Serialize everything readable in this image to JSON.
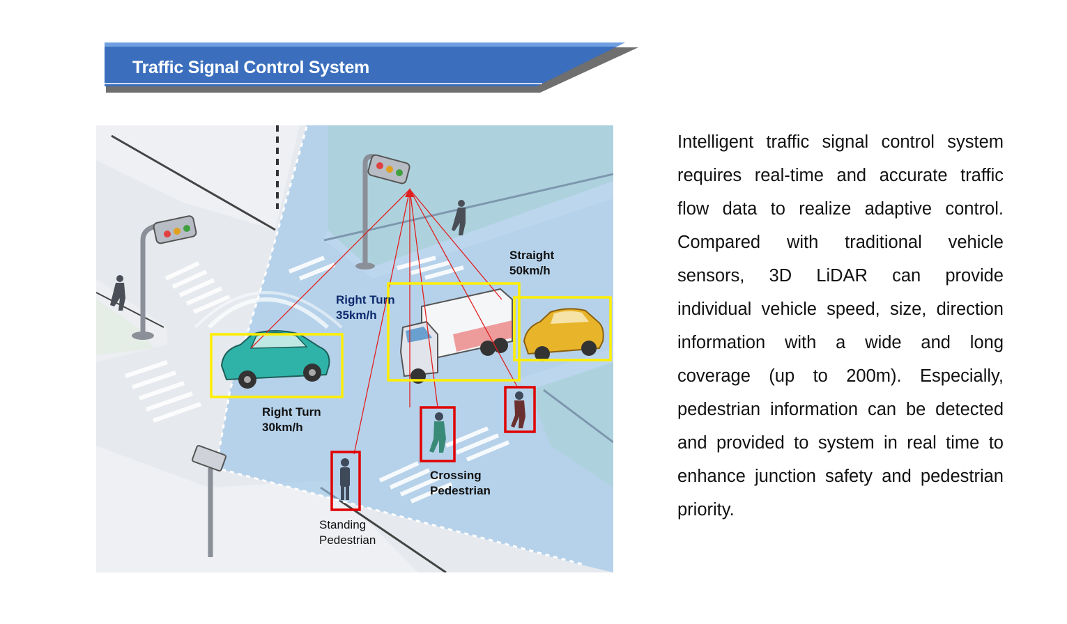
{
  "header": {
    "title": "Traffic Signal Control System"
  },
  "diagram": {
    "labels": {
      "straight": [
        "Straight",
        "50km/h"
      ],
      "right_turn_35": [
        "Right Turn",
        "35km/h"
      ],
      "right_turn_30": [
        "Right Turn",
        "30km/h"
      ],
      "crossing_pedestrian": [
        "Crossing",
        "Pedestrian"
      ],
      "standing_pedestrian": [
        "Standing",
        "Pedestrian"
      ]
    },
    "colors": {
      "vehicle_box": "#ffee00",
      "pedestrian_box": "#e00000",
      "sensor_lines": "#e02020",
      "lidar_coverage": "#9cc6e8",
      "banner": "#3a6fbf"
    }
  },
  "description": "Intelligent traffic signal control system requires real-time and accurate traffic flow data to realize adaptive control. Compared with traditional vehicle sensors, 3D LiDAR can provide individual vehicle speed, size, direction information with a wide and long coverage (up to 200m). Especially, pedestrian information can be detected and provided to system in real time to enhance junction safety and pedestrian priority."
}
